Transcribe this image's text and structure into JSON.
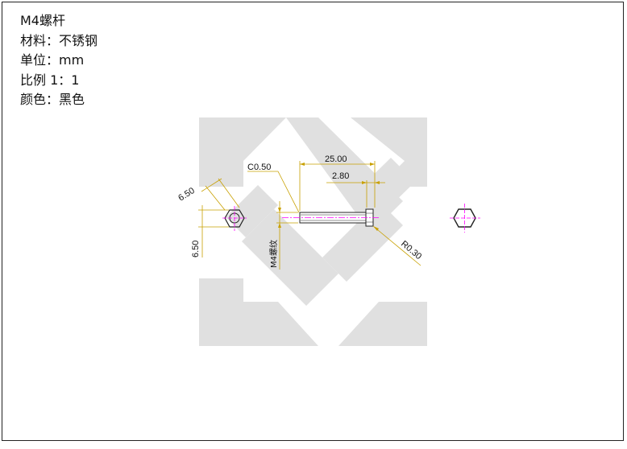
{
  "title_block": {
    "part": "M4螺杆",
    "material": "材料：不锈钢",
    "unit": "单位：mm",
    "scale": "比例 1：1",
    "color": "颜色：黑色"
  },
  "dimensions": {
    "chamfer": "C0.50",
    "total_length": "25.00",
    "head_length": "2.80",
    "radius": "R0.30",
    "thread": "M4螺纹",
    "hex_across_corners": "6.50",
    "hex_height": "6.50"
  },
  "colors": {
    "dimension_line": "#c8a000",
    "center_line": "#ff00ff",
    "watermark": "#e0e0e0",
    "outline": "#222222"
  }
}
